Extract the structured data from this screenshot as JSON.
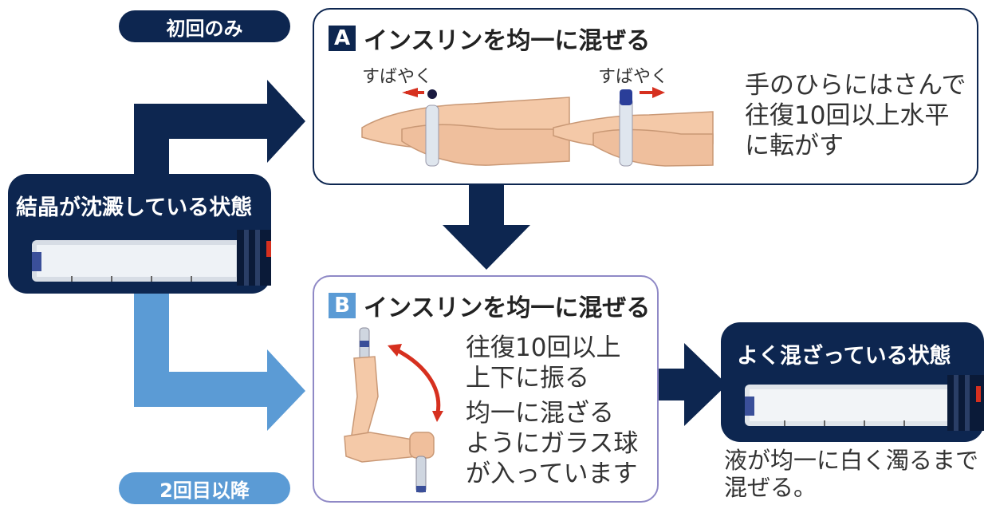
{
  "labels": {
    "first_only": "初回のみ",
    "second_onwards": "2回目以降"
  },
  "left_panel": {
    "title": "結晶が沈澱している状態"
  },
  "box_a": {
    "badge": "A",
    "title": "インスリンを均一に混ぜる",
    "quick_left": "すばやく",
    "quick_right": "すばやく",
    "instruction": [
      "手のひらにはさんで",
      "往復10回以上水平",
      "に転がす"
    ]
  },
  "box_b": {
    "badge": "B",
    "title": "インスリンを均一に混ぜる",
    "instruction1": [
      "往復10回以上",
      "上下に振る"
    ],
    "instruction2": [
      "均一に混ざる",
      "ようにガラス球",
      "が入っています"
    ]
  },
  "right_panel": {
    "title": "よく混ざっている状態",
    "caption": [
      "液が均一に白く濁るまで",
      "混ぜる。"
    ]
  },
  "colors": {
    "navy": "#0d2650",
    "light_blue": "#5b9bd5",
    "box_b_border": "#8f89c6",
    "red_arrow": "#d6301f"
  }
}
